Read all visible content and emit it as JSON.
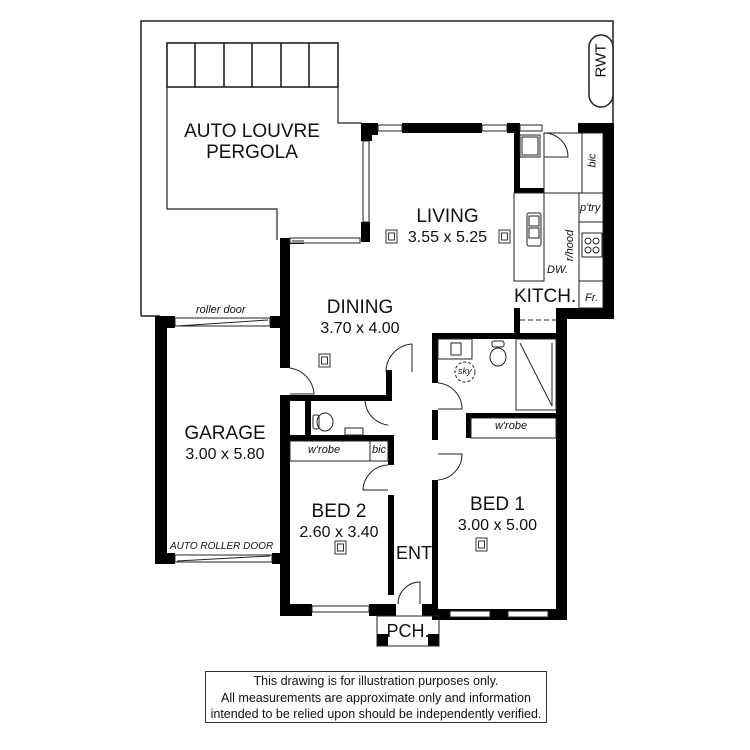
{
  "plan": {
    "rooms": [
      {
        "id": "pergola",
        "name_lines": [
          "AUTO LOUVRE",
          "PERGOLA"
        ],
        "dims": ""
      },
      {
        "id": "living",
        "name": "LIVING",
        "dims": "3.55 x 5.25"
      },
      {
        "id": "dining",
        "name": "DINING",
        "dims": "3.70 x 4.00"
      },
      {
        "id": "garage",
        "name": "GARAGE",
        "dims": "3.00 x 5.80"
      },
      {
        "id": "bed2",
        "name": "BED 2",
        "dims": "2.60 x 3.40"
      },
      {
        "id": "bed1",
        "name": "BED 1",
        "dims": "3.00 x 5.00"
      },
      {
        "id": "kitchen",
        "name": "KITCH.",
        "dims": ""
      },
      {
        "id": "entry",
        "name": "ENT",
        "dims": ""
      },
      {
        "id": "porch",
        "name": "PCH.",
        "dims": ""
      }
    ],
    "annotations": {
      "rwt": "RWT",
      "bic_kitchen": "bic",
      "pantry": "p'try",
      "rangehood": "r/hood",
      "dishwasher": "DW.",
      "fridge": "Fr.",
      "roller_door": "roller door",
      "auto_roller_door": "AUTO ROLLER DOOR",
      "skylight": "sky",
      "wrobe_bed1": "w'robe",
      "wrobe_bed2": "w'robe",
      "bic_hall": "bic"
    }
  },
  "disclaimer": {
    "lines": [
      "This drawing is for illustration purposes only.",
      "All measurements are approximate only and information",
      "intended to be relied upon should be independently verified."
    ]
  },
  "colors": {
    "wall": "#000000",
    "line": "#222222",
    "background": "#ffffff"
  }
}
